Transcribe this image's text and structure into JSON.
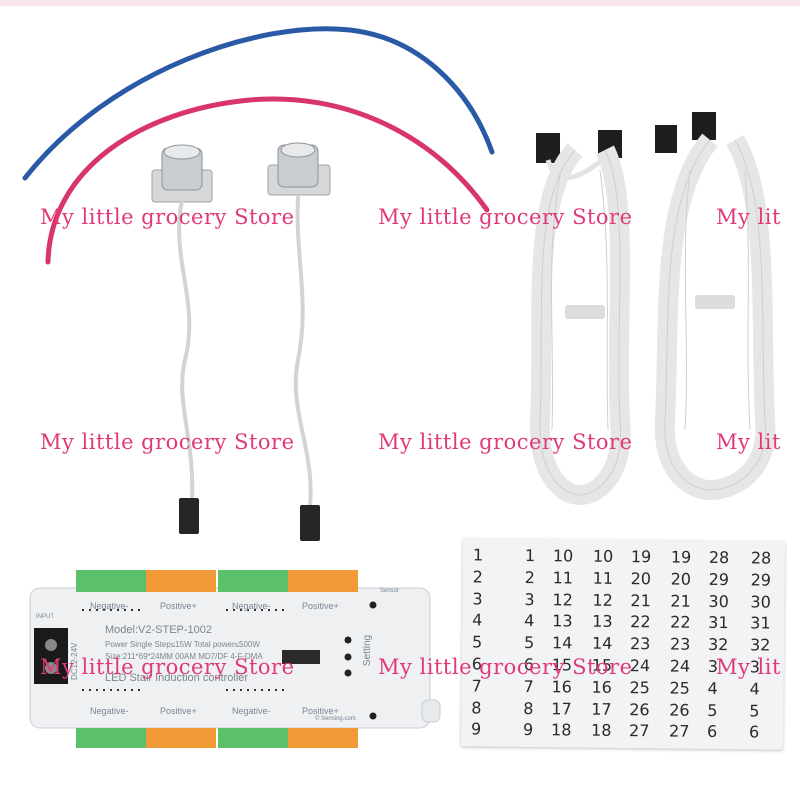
{
  "controller": {
    "model": "Model:V2-STEP-1002",
    "spec_line1": "Power Single Step≤15W Total power≤500W",
    "spec_line2": "Size:211*69*24MM 00AM MD7/DF 4-F-DMA",
    "title": "LED Stair Induction controller",
    "input": "DC12-24V",
    "input_label": "INPUT",
    "setting": "Setting",
    "top_labels": [
      "Negative-",
      "Positive+",
      "Negative-",
      "Positive+"
    ],
    "bottom_labels": [
      "Negative-",
      "Positive+",
      "Negative-",
      "Positive+"
    ],
    "sensor_tag": "Sensor",
    "footer": "© Sensing.com"
  },
  "label_sheet": {
    "columns": [
      [
        "1",
        "2",
        "3",
        "4",
        "5",
        "6",
        "7",
        "8",
        "9"
      ],
      [
        "1",
        "2",
        "3",
        "4",
        "5",
        "6",
        "7",
        "8",
        "9"
      ],
      [
        "10",
        "11",
        "12",
        "13",
        "14",
        "15",
        "16",
        "17",
        "18"
      ],
      [
        "10",
        "11",
        "12",
        "13",
        "14",
        "15",
        "16",
        "17",
        "18"
      ],
      [
        "19",
        "20",
        "21",
        "22",
        "23",
        "24",
        "25",
        "26",
        "27"
      ],
      [
        "19",
        "20",
        "21",
        "22",
        "23",
        "24",
        "25",
        "26",
        "27"
      ],
      [
        "28",
        "29",
        "30",
        "31",
        "32",
        "3",
        "4",
        "5",
        "6"
      ],
      [
        "28",
        "29",
        "30",
        "31",
        "32",
        "3",
        "4",
        "5",
        "6"
      ]
    ]
  },
  "watermark": {
    "text": "My little grocery Store",
    "partial": "My lit"
  },
  "colors": {
    "blue_wire": "#2a5aa6",
    "red_wire": "#d8356a",
    "terminal_green": "#5cbf6a",
    "terminal_orange": "#f29a38",
    "watermark": "#e0397a"
  }
}
